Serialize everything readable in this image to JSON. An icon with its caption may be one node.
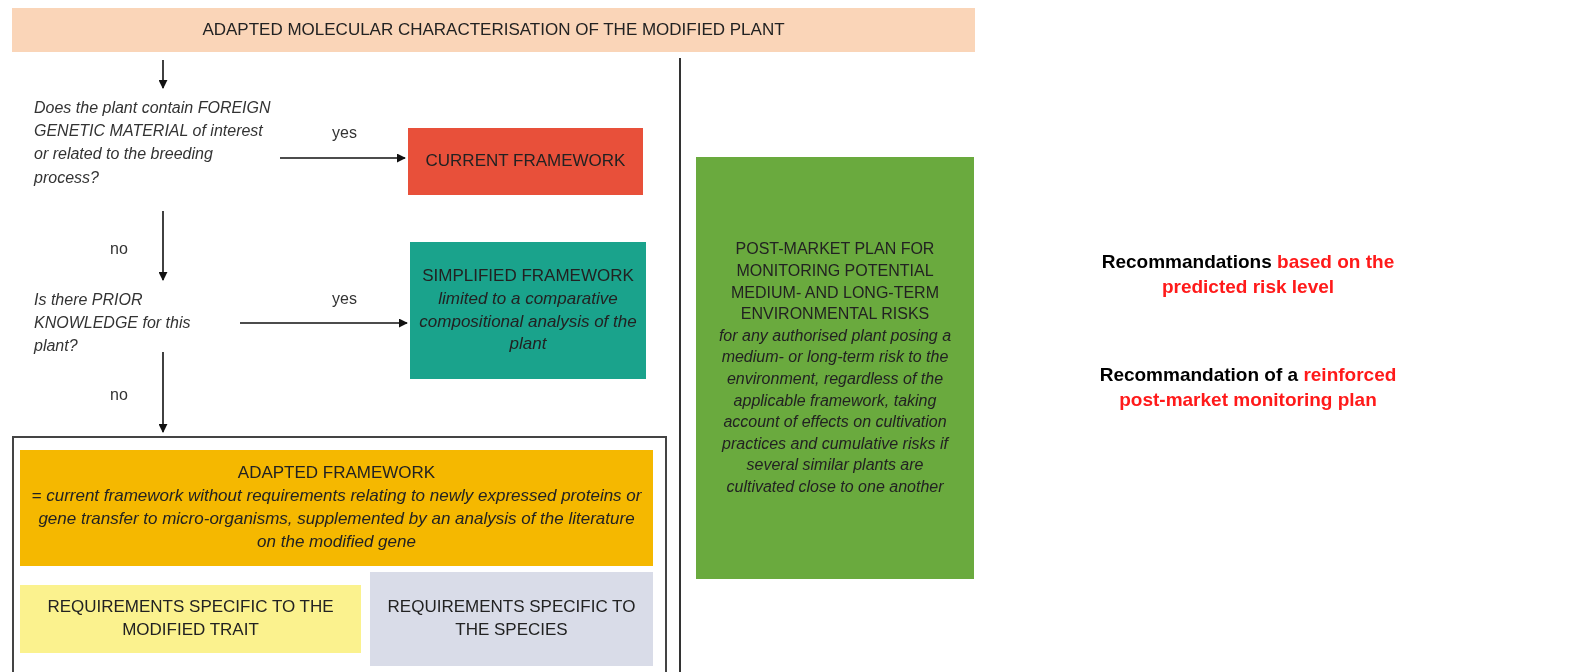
{
  "diagram": {
    "nodes": [
      {
        "text": [
          "ADAPTED MOLECULAR CHARACTERISATION OF THE MODIFIED PLANT"
        ]
      },
      {
        "text": [
          "Does the plant contain FOREIGN GENETIC MATERIAL of interest or related to the breeding process?"
        ]
      },
      {
        "text": [
          "CURRENT FRAMEWORK"
        ]
      },
      {
        "text": [
          "Is there PRIOR KNOWLEDGE for this plant?"
        ]
      },
      {
        "text": [
          "SIMPLIFIED FRAMEWORK",
          "limited to a comparative compositional analysis of the plant"
        ]
      },
      {
        "text": [],
        "shape": "box"
      },
      {
        "text": [
          "ADAPTED FRAMEWORK",
          "= current framework without requirements relating to newly expressed proteins or gene transfer to micro-organisms, supplemented by an analysis of the literature on the modified gene"
        ],
        "in": 5
      },
      {
        "text": [
          "REQUIREMENTS SPECIFIC TO THE MODIFIED TRAIT"
        ],
        "in": 5
      },
      {
        "text": [
          "REQUIREMENTS SPECIFIC TO THE SPECIES"
        ],
        "in": 5
      },
      {
        "text": [
          "POST-MARKET PLAN FOR MONITORING POTENTIAL MEDIUM- AND LONG-TERM ENVIRONMENTAL RISKS",
          "for any authorised plant posing a medium- or long-term risk to the environment, regardless of the applicable framework, taking account of effects on cultivation practices and cumulative risks if several similar plants are cultivated close to one another"
        ]
      }
    ],
    "edges": [
      {
        "from": 0,
        "to": 1,
        "arrow": "to"
      },
      {
        "from": 1,
        "to": 2,
        "arrow": "to",
        "label": "yes"
      },
      {
        "from": 1,
        "to": 3,
        "arrow": "to",
        "label": "no"
      },
      {
        "from": 3,
        "to": 4,
        "arrow": "to",
        "label": "yes"
      },
      {
        "from": 3,
        "to": 5,
        "arrow": "to",
        "label": "no"
      }
    ],
    "labels": [
      "Recommandations *based on the predicted risk level*",
      "Recommandation of a *reinforced post-market monitoring plan*"
    ]
  }
}
